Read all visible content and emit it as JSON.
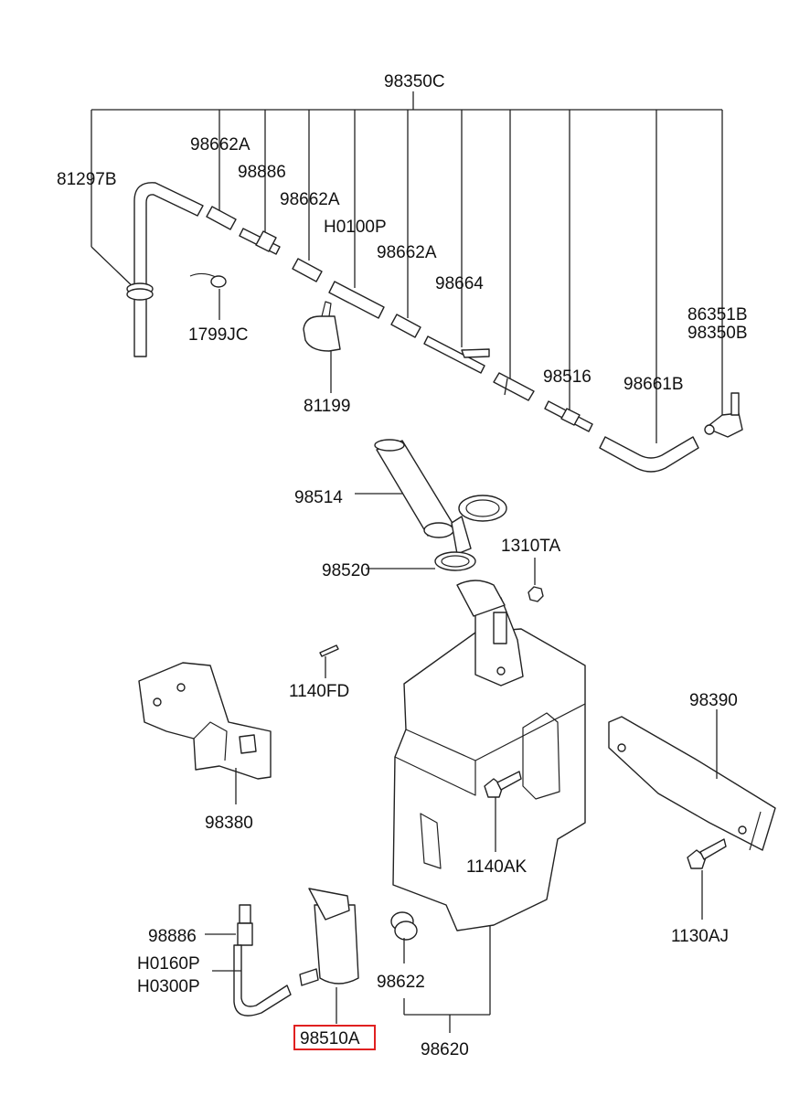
{
  "labels": {
    "assembly": "98350C",
    "elbow_hose": "81297B",
    "connector_1": "98662A",
    "valve_1": "98886",
    "connector_2": "98662A",
    "hose_pipe": "H0100P",
    "connector_3": "98662A",
    "tee": "98664",
    "clip_1799": "1799JC",
    "clamp": "81199",
    "nozzle_pair": [
      "86351B",
      "98350B"
    ],
    "joint": "98516",
    "hose_bend": "98661B",
    "filler_pipe": "98514",
    "packing": "98520",
    "nut": "1310TA",
    "screw_fd": "1140FD",
    "bracket_left": "98380",
    "bracket_right": "98390",
    "bolt_ak": "1140AK",
    "bolt_aj": "1130AJ",
    "valve_2": "98886",
    "hose_h0160": "H0160P",
    "hose_h0300": "H0300P",
    "pump": "98510A",
    "grommet": "98622",
    "reservoir": "98620"
  },
  "highlight_color": "#e02020"
}
